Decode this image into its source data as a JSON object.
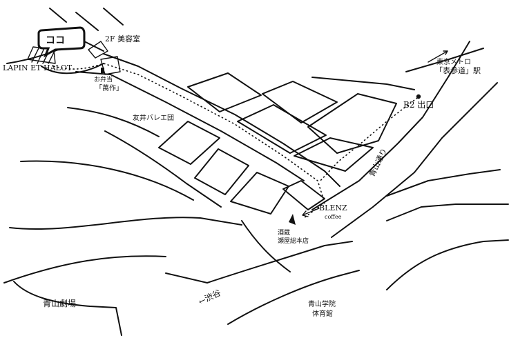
{
  "map": {
    "bubble_label": "ココ",
    "labels": {
      "lapin": "LAPIN ET HALOT",
      "salon": "2F 美容室",
      "bento_line1": "お弁当",
      "bento_line2": "「萬作」",
      "ballet": "友井バレエ団",
      "metro_line1": "東京メトロ",
      "metro_line2": "「表参道」駅",
      "exit": "B2 出口",
      "avenue": "青山通り",
      "blenz_line1": "BLENZ",
      "blenz_line2": "coffee",
      "sake_line1": "酒蔵",
      "sake_line2": "瀬屋総本店",
      "shibuya": "←渋谷",
      "theater": "青山劇場",
      "gym_line1": "青山学院",
      "gym_line2": "体育館"
    }
  }
}
